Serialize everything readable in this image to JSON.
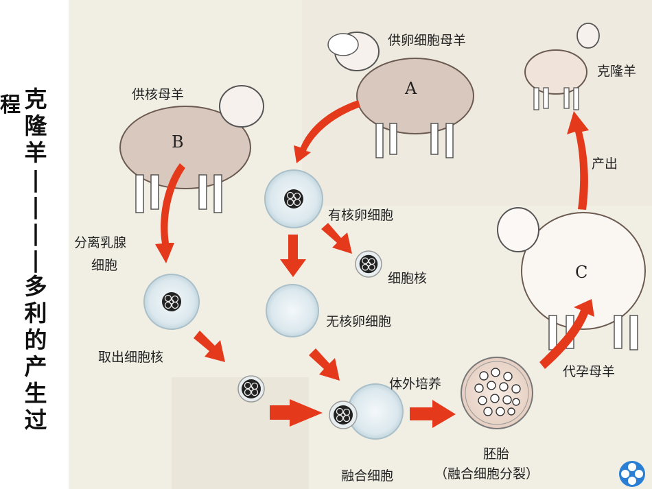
{
  "side_title": {
    "cut_char": "程",
    "chars": [
      "克",
      "隆",
      "羊",
      "|",
      "|",
      "|",
      "|",
      "多",
      "利",
      "的",
      "产",
      "生",
      "过"
    ]
  },
  "labels": {
    "donor_egg_ewe": "供卵细胞母羊",
    "sheep_a": "A",
    "cloned_sheep": "克隆羊",
    "donor_nucleus_ewe": "供核母羊",
    "sheep_b": "B",
    "isolate_mammary_line1": "分离乳腺",
    "isolate_mammary_line2": "细胞",
    "nucleated_egg": "有核卵细胞",
    "cell_nucleus": "细胞核",
    "enucleated_egg": "无核卵细胞",
    "extract_nucleus": "取出细胞核",
    "in_vitro_culture": "体外培养",
    "fused_cell": "融合细胞",
    "embryo": "胚胎",
    "embryo_note": "（融合细胞分裂）",
    "surrogate_ewe": "代孕母羊",
    "sheep_c": "C",
    "birth": "产出"
  },
  "colors": {
    "arrow": "#e5391c",
    "sheep_wool": "#d9c8bd",
    "panel_bg": "#f1eee4"
  }
}
